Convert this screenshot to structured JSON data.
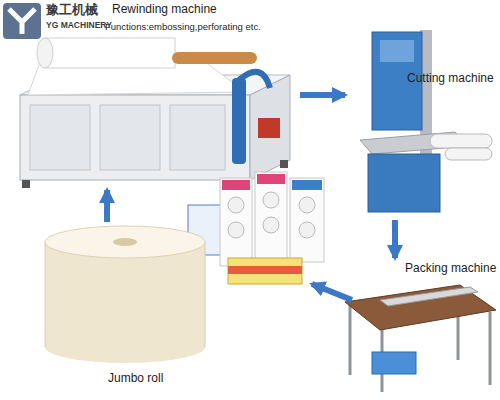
{
  "diagram": {
    "nodes": [
      {
        "text": [
          "Rewinding machine",
          "Functions:embossing,perforating etc."
        ]
      },
      {
        "text": [
          "Cutting machine"
        ]
      },
      {
        "text": [
          "Packing machine"
        ]
      },
      {
        "text": [
          "Jumbo roll"
        ]
      }
    ],
    "edges": [
      {
        "from": 3,
        "to": 0,
        "arrow": "to"
      },
      {
        "from": 0,
        "to": 1,
        "arrow": "to"
      },
      {
        "from": 1,
        "to": 2,
        "arrow": "to"
      }
    ],
    "labels": [
      "豫工机械",
      "YG MACHINERY"
    ]
  }
}
